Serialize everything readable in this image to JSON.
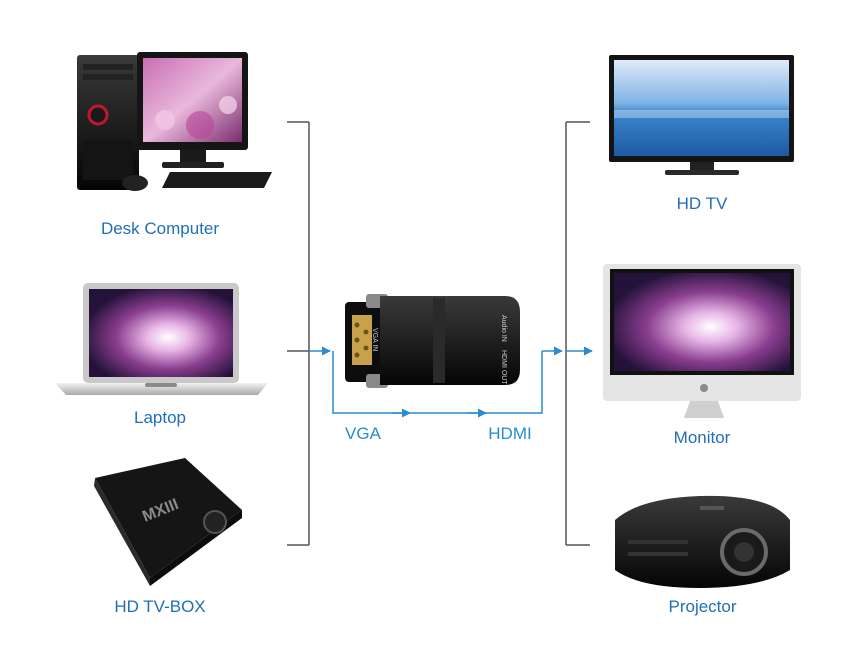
{
  "sources": [
    {
      "id": "desk-computer",
      "label": "Desk Computer"
    },
    {
      "id": "laptop",
      "label": "Laptop"
    },
    {
      "id": "tv-box",
      "label": "HD TV-BOX",
      "device_text": "MXIII"
    }
  ],
  "adapter": {
    "port_labels": [
      "VGA IN",
      "Audio IN",
      "HDMI OUT"
    ]
  },
  "flow": {
    "input_label": "VGA",
    "output_label": "HDMI"
  },
  "outputs": [
    {
      "id": "hd-tv",
      "label": "HD TV"
    },
    {
      "id": "monitor",
      "label": "Monitor"
    },
    {
      "id": "projector",
      "label": "Projector"
    }
  ],
  "colors": {
    "label": "#1f6fb8",
    "arrow": "#2a8bd0",
    "line": "#555555"
  }
}
